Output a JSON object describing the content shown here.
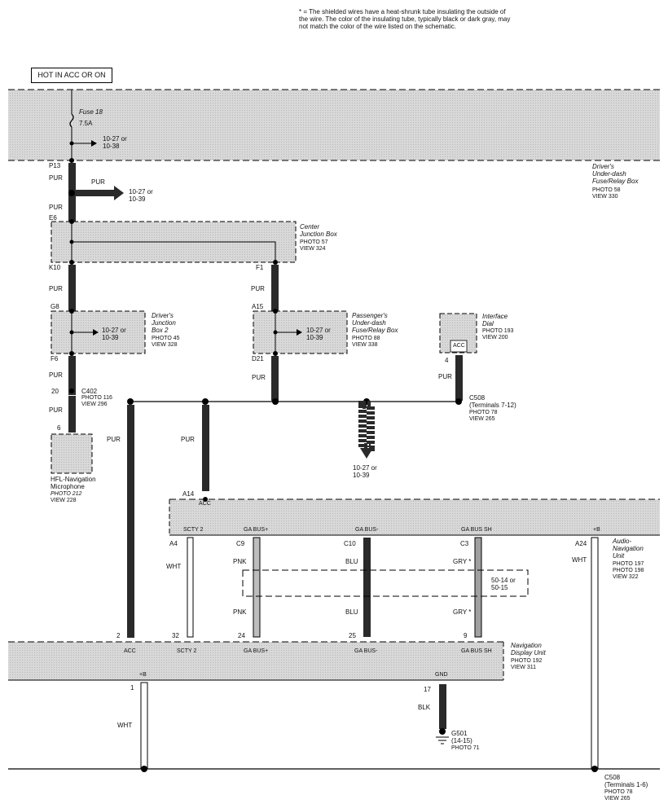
{
  "note": {
    "symbol": "* =",
    "text": "The shielded wires have a heat-shrunk tube insulating the outside of the wire. The color of the insulating tube, typically black or dark gray, may not match the color of the wire listed on the schematic."
  },
  "hot_label": "HOT IN ACC OR ON",
  "fuse": {
    "name": "Fuse 18",
    "rating": "7.5A",
    "ref": "10-27 or\n10-38"
  },
  "drivers_box": {
    "name": "Driver's\nUnder-dash\nFuse/Relay Box",
    "photo": "PHOTO 58",
    "view": "VIEW 330"
  },
  "center_box": {
    "name": "Center\nJunction Box",
    "photo": "PHOTO 57",
    "view": "VIEW 324"
  },
  "djb2": {
    "name": "Driver's\nJunction\nBox 2",
    "photo": "PHOTO 45",
    "view": "VIEW 328",
    "ref": "10-27 or\n10-39"
  },
  "passenger_box": {
    "name": "Passenger's\nUnder-dash\nFuse/Relay Box",
    "photo": "PHOTO 88",
    "view": "VIEW 338",
    "ref": "10-27 or\n10-39"
  },
  "interface_dial": {
    "name": "Interface\nDial",
    "photo": "PHOTO 193",
    "view": "VIEW 200",
    "pin_label": "ACC",
    "pin": "4",
    "wire": "PUR"
  },
  "c402": {
    "name": "C402",
    "photo": "PHOTO 116",
    "view": "VIEW 296",
    "pin_top": "20",
    "pin_bottom": "6"
  },
  "c508_top": {
    "name": "C508\n(Terminals 7-12)",
    "photo": "PHOTO 78",
    "view": "VIEW 265"
  },
  "c508_bottom": {
    "name": "C508\n(Terminals 1-6)",
    "photo": "PHOTO 78",
    "view": "VIEW 265"
  },
  "microphone": {
    "name": "HFL-Navigation\nMicrophone",
    "photo": "PHOTO 212",
    "view": "VIEW 228"
  },
  "audio_nav": {
    "name": "Audio-\nNavigation\nUnit",
    "photo": "PHOTO 197\nPHOTO 198",
    "view": "VIEW 322"
  },
  "nav_display": {
    "name": "Navigation\nDisplay Unit",
    "photo": "PHOTO 192",
    "view": "VIEW 311"
  },
  "ground": {
    "name": "G501\n(14-15)",
    "photo": "PHOTO 71",
    "wire": "BLK",
    "pin": "17",
    "pin_label": "GND"
  },
  "refs": {
    "branch_top": "10-27 or\n10-39",
    "branch_mid": "10-27 or\n10-39",
    "shield": "50-14 or\n50-15"
  },
  "pins": {
    "P13": "P13",
    "E6": "E6",
    "K10": "K10",
    "F1": "F1",
    "G8": "G8",
    "A15": "A15",
    "F6": "F6",
    "D21": "D21",
    "A14": "A14",
    "A4": "A4",
    "C9": "C9",
    "C10": "C10",
    "C3": "C3",
    "A24": "A24",
    "n2": "2",
    "n32": "32",
    "n24": "24",
    "n25": "25",
    "n9": "9",
    "n1": "1"
  },
  "wire_colors": {
    "pur": "PUR",
    "wht": "WHT",
    "pnk": "PNK",
    "blu": "BLU",
    "gry": "GRY *",
    "blk": "BLK"
  },
  "audio_pins": {
    "acc": "ACC",
    "scty2": "SCTY 2",
    "gabus_p": "GA BUS+",
    "gabus_m": "GA BUS-",
    "gabus_sh": "GA BUS SH",
    "plusb": "+B"
  },
  "display_pins": {
    "acc": "ACC",
    "scty2": "SCTY 2",
    "gabus_p": "GA BUS+",
    "gabus_m": "GA BUS-",
    "gabus_sh": "GA BUS SH",
    "plusb": "+B",
    "gnd": "GND"
  },
  "colors": {
    "box_fill": "#dcdcdc",
    "wire_dark": "#2a2a2a",
    "line": "#000000"
  }
}
